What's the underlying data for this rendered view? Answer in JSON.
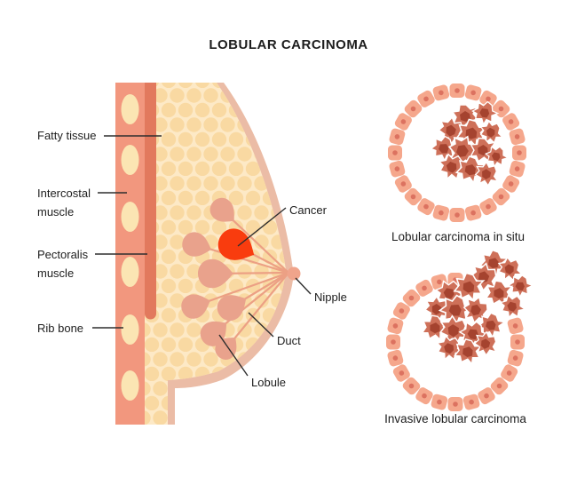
{
  "title": "LOBULAR CARCINOMA",
  "diagram_labels": {
    "fatty_tissue": "Fatty tissue",
    "intercostal_muscle": "Intercostal muscle",
    "pectoralis_muscle": "Pectoralis muscle",
    "rib_bone": "Rib bone",
    "cancer": "Cancer",
    "nipple": "Nipple",
    "duct": "Duct",
    "lobule": "Lobule"
  },
  "captions": {
    "in_situ": "Lobular carcinoma in situ",
    "invasive": "Invasive lobular carcinoma"
  },
  "colors": {
    "text": "#1d1d1d",
    "cancer_red": "#F93C0E",
    "skin": "#EBBCA6",
    "fatty_tissue_bg": "#FDE9C6",
    "fat_cell": "#F9D9A2",
    "intercostal_muscle": "#F2977E",
    "pectoralis_muscle": "#E2795D",
    "rib_bone": "#FBE5B3",
    "lobule": "#E9A28C",
    "duct": "#ECA084",
    "nipple": "#F0A48B",
    "ring_cell": "#F5A78C",
    "ring_cell_nucleus": "#DC7260",
    "tumor_cell": "#CE7059",
    "tumor_cell_dark": "#A5432F"
  }
}
